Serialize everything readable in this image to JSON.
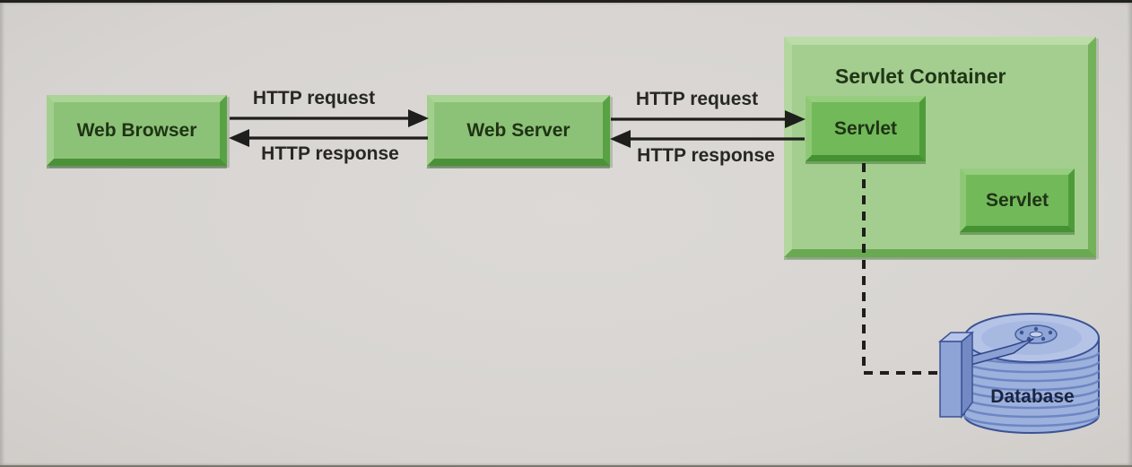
{
  "nodes": {
    "web_browser": {
      "label": "Web Browser"
    },
    "web_server": {
      "label": "Web Server"
    },
    "servlet_container": {
      "title": "Servlet Container"
    },
    "servlet_1": {
      "label": "Servlet"
    },
    "servlet_2": {
      "label": "Servlet"
    },
    "database": {
      "label": "Database"
    }
  },
  "arrows": {
    "browser_to_server_request": {
      "label": "HTTP request"
    },
    "server_to_browser_response": {
      "label": "HTTP response"
    },
    "server_to_servlet_request": {
      "label": "HTTP request"
    },
    "servlet_to_server_response": {
      "label": "HTTP response"
    }
  },
  "colors": {
    "background_gray": "#d7d4d1",
    "box_green_face": "#8cc277",
    "container_green_face": "#a4ce90",
    "servlet_green_face": "#72b95a",
    "bevel_light_green": "#abd497",
    "bevel_dark_green": "#4b9138",
    "arrow_black": "#1e1e1c",
    "label_text": "#272723",
    "box_label_text": "#1f3315",
    "database_body_blue": "#9db1dd",
    "database_platter_blue": "#b5c3e6",
    "database_outline_blue": "#3b5295",
    "database_text_navy": "#1a2440"
  }
}
